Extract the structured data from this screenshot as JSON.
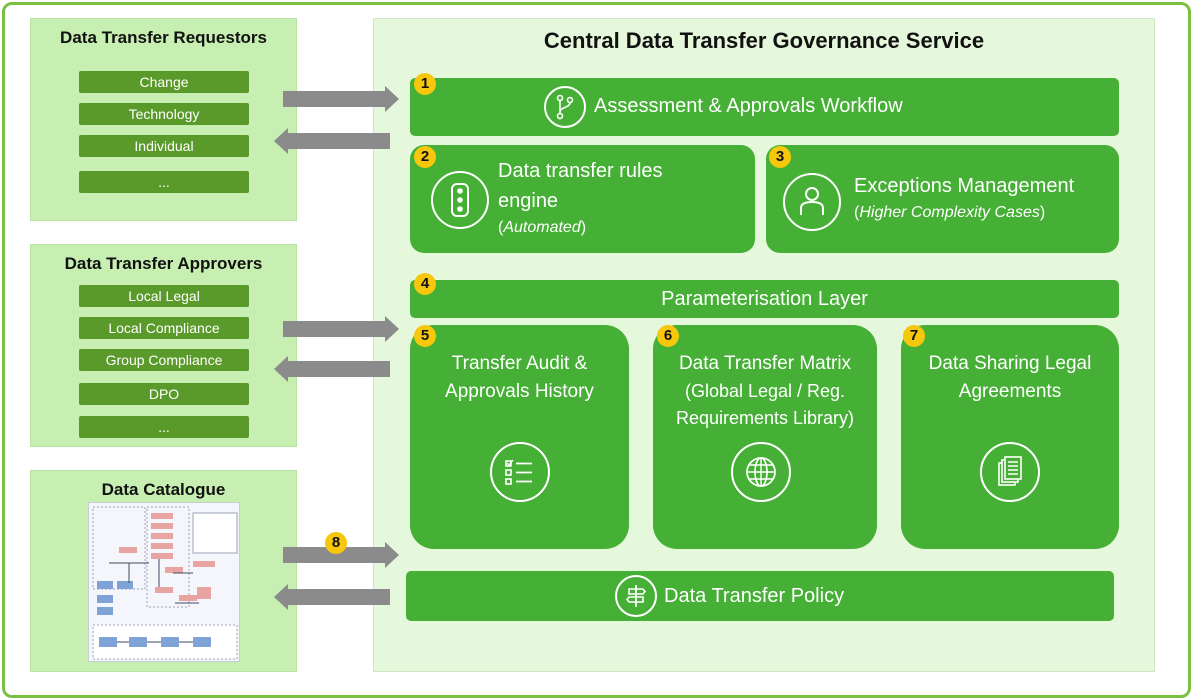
{
  "central": {
    "title": "Central Data Transfer Governance Service"
  },
  "requestors": {
    "title": "Data Transfer Requestors",
    "items": [
      "Change",
      "Technology",
      "Individual",
      "..."
    ]
  },
  "approvers": {
    "title": "Data Transfer Approvers",
    "items": [
      "Local Legal",
      "Local Compliance",
      "Group Compliance",
      "DPO",
      "..."
    ]
  },
  "catalogue": {
    "title": "Data Catalogue"
  },
  "components": {
    "workflow": {
      "num": "1",
      "label": "Assessment & Approvals Workflow",
      "icon": "git-branch-icon"
    },
    "rules": {
      "num": "2",
      "line1": "Data transfer rules",
      "line2": "engine",
      "sub": "Automated",
      "icon": "traffic-light-icon"
    },
    "exceptions": {
      "num": "3",
      "line1": "Exceptions Management",
      "sub": "Higher Complexity Cases",
      "icon": "person-icon"
    },
    "param": {
      "num": "4",
      "label": "Parameterisation Layer"
    },
    "audit": {
      "num": "5",
      "line1": "Transfer Audit &",
      "line2": "Approvals History",
      "icon": "checklist-icon"
    },
    "matrix": {
      "num": "6",
      "line1": "Data Transfer Matrix",
      "line2": "(Global Legal / Reg.",
      "line3": "Requirements Library)",
      "icon": "globe-icon"
    },
    "sharing": {
      "num": "7",
      "line1": "Data Sharing Legal",
      "line2": "Agreements",
      "icon": "documents-icon"
    },
    "policy": {
      "label": "Data Transfer Policy",
      "icon": "signpost-icon"
    },
    "catalogue_link": {
      "num": "8"
    }
  },
  "colors": {
    "green": "#45b035",
    "pill": "#5a9a2a",
    "panel": "#c6efb1",
    "badge": "#f7c70b",
    "arrow": "#8b8b8b",
    "border": "#7ac143"
  }
}
